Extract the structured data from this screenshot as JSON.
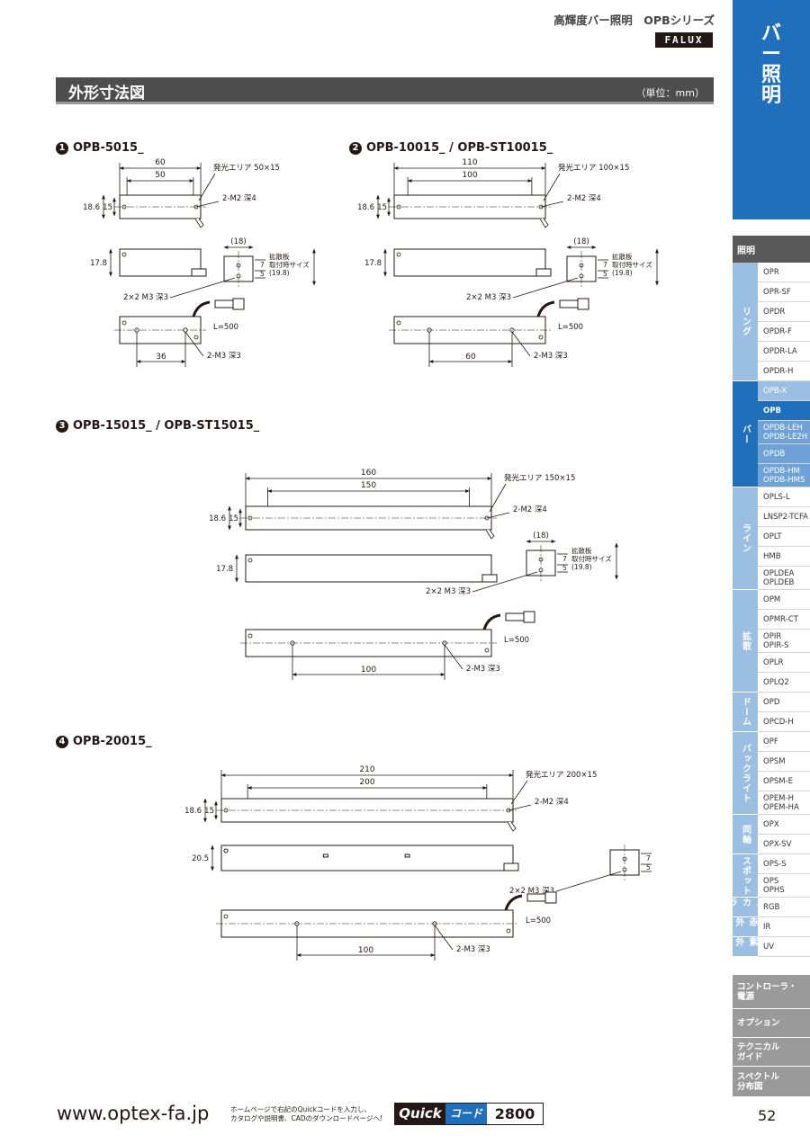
{
  "header": {
    "series": "高輝度バー照明　OPBシリーズ",
    "logo": "FALUX"
  },
  "section": {
    "title": "外形寸法図",
    "unit": "（単位：mm）"
  },
  "diagrams": [
    {
      "num": "1",
      "title": "OPB-5015_",
      "total": "60",
      "inner": "50",
      "area": "発光エリア 50×15",
      "holes": "2-M2 深4",
      "h1": "18.6",
      "h2": "15",
      "h3": "17.8",
      "bw": "(18)",
      "d7": "7",
      "d5": "5",
      "diff": "拡散板\n取付時サイズ\n(19.8)",
      "m3a": "2×2 M3 深3",
      "cable": "L=500",
      "pitch": "36",
      "m3b": "2-M3 深3"
    },
    {
      "num": "2",
      "title": "OPB-10015_ / OPB-ST10015_",
      "total": "110",
      "inner": "100",
      "area": "発光エリア 100×15",
      "holes": "2-M2 深4",
      "h1": "18.6",
      "h2": "15",
      "h3": "17.8",
      "bw": "(18)",
      "d7": "7",
      "d5": "5",
      "diff": "拡散板\n取付時サイズ\n(19.8)",
      "m3a": "2×2 M3 深3",
      "cable": "L=500",
      "pitch": "60",
      "m3b": "2-M3 深3"
    },
    {
      "num": "3",
      "title": "OPB-15015_ / OPB-ST15015_",
      "total": "160",
      "inner": "150",
      "area": "発光エリア 150×15",
      "holes": "2-M2 深4",
      "h1": "18.6",
      "h2": "15",
      "h3": "17.8",
      "bw": "(18)",
      "d7": "7",
      "d5": "5",
      "diff": "拡散板\n取付時サイズ\n(19.8)",
      "m3a": "2×2 M3 深3",
      "cable": "L=500",
      "pitch": "100",
      "m3b": "2-M3 深3"
    },
    {
      "num": "4",
      "title": "OPB-20015_",
      "total": "210",
      "inner": "200",
      "area": "発光エリア 200×15",
      "holes": "2-M2 深4",
      "h1": "18.6",
      "h2": "15",
      "h3": "20.5",
      "bw": "",
      "d7": "7",
      "d5": "5",
      "diff": "",
      "m3a": "2×2 M3 深3",
      "cable": "L=500",
      "pitch": "100",
      "m3b": "2-M3 深3"
    }
  ],
  "sidebar": {
    "tab": "バー照明",
    "head": "照明",
    "categories": [
      {
        "label": "リング",
        "items": [
          "OPR",
          "OPR-SF",
          "OPDR",
          "OPDR-F",
          "OPDR-LA",
          "OPDR-H"
        ]
      },
      {
        "label": "バー",
        "items": [
          "OPB-X",
          "OPB",
          "OPDB-LEH\nOPDB-LE2H",
          "OPDB",
          "OPDB-HM\nOPDB-HMS"
        ]
      },
      {
        "label": "ライン",
        "items": [
          "OPLS-L",
          "LNSP2-TCFA",
          "OPLT",
          "HMB",
          "OPLDEA\nOPLDEB"
        ]
      },
      {
        "label": "拡散",
        "items": [
          "OPM",
          "OPMR-CT",
          "OPIR\nOPIR-S",
          "OPLR",
          "OPLQ2"
        ]
      },
      {
        "label": "ドーム",
        "items": [
          "OPD",
          "OPCD-H"
        ]
      },
      {
        "label": "バックライト",
        "items": [
          "OPF",
          "OPSM",
          "OPSM-E",
          "OPEM-H\nOPEM-HA"
        ]
      },
      {
        "label": "同軸",
        "items": [
          "OPX",
          "OPX-SV"
        ]
      },
      {
        "label": "スポット",
        "items": [
          "OPS-S",
          "OPS\nOPHS"
        ]
      },
      {
        "label": "フルカラー",
        "items": [
          "RGB"
        ]
      },
      {
        "label": "赤外",
        "items": [
          "IR"
        ]
      },
      {
        "label": "紫外",
        "items": [
          "UV"
        ]
      }
    ],
    "sections": [
      "コントローラ・\n電源",
      "オプション",
      "テクニカル\nガイド",
      "スペクトル\n分布図"
    ]
  },
  "footer": {
    "url": "www.optex-fa.jp",
    "note": "ホームページで右記のQuickコードを入力し、\nカタログや説明書、CADのダウンロードページへ!",
    "quick": "Quick",
    "code_label": "コード",
    "code": "2800",
    "page": "52"
  },
  "colors": {
    "accent": "#1f6fba",
    "highlight": "#9bbfe3",
    "header_bar": "#4d4d4d",
    "grey_section": "#9a9a9a"
  }
}
